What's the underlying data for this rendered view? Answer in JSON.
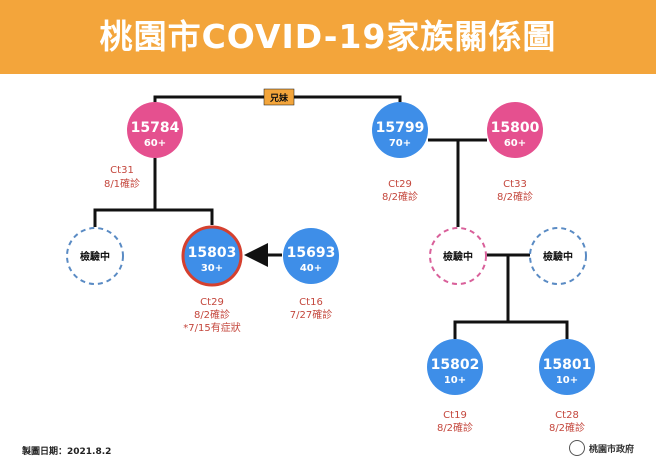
{
  "title": "桃園市COVID-19家族關係圖",
  "relation_label": "兄妹",
  "colors": {
    "header": "#F3A53B",
    "female": "#E5508F",
    "male": "#3E8EE8",
    "caption": "#C4473D",
    "highlight_border": "#D5402F"
  },
  "cases": [
    {
      "id": "15784",
      "age": "60+",
      "ct": "Ct31",
      "date": "8/1確診"
    },
    {
      "id": "15799",
      "age": "70+",
      "ct": "Ct29",
      "date": "8/2確診"
    },
    {
      "id": "15800",
      "age": "60+",
      "ct": "Ct33",
      "date": "8/2確診"
    },
    {
      "id": "15803",
      "age": "30+",
      "ct": "Ct29",
      "date": "8/2確診",
      "note": "*7/15有症狀"
    },
    {
      "id": "15693",
      "age": "40+",
      "ct": "Ct16",
      "date": "7/27確診"
    },
    {
      "id": "15802",
      "age": "10+",
      "ct": "Ct19",
      "date": "8/2確診"
    },
    {
      "id": "15801",
      "age": "10+",
      "ct": "Ct28",
      "date": "8/2確診"
    }
  ],
  "pending_label": "檢驗中",
  "footer": {
    "date": "製圖日期：2021.8.2",
    "logo_text": "桃園市政府"
  }
}
